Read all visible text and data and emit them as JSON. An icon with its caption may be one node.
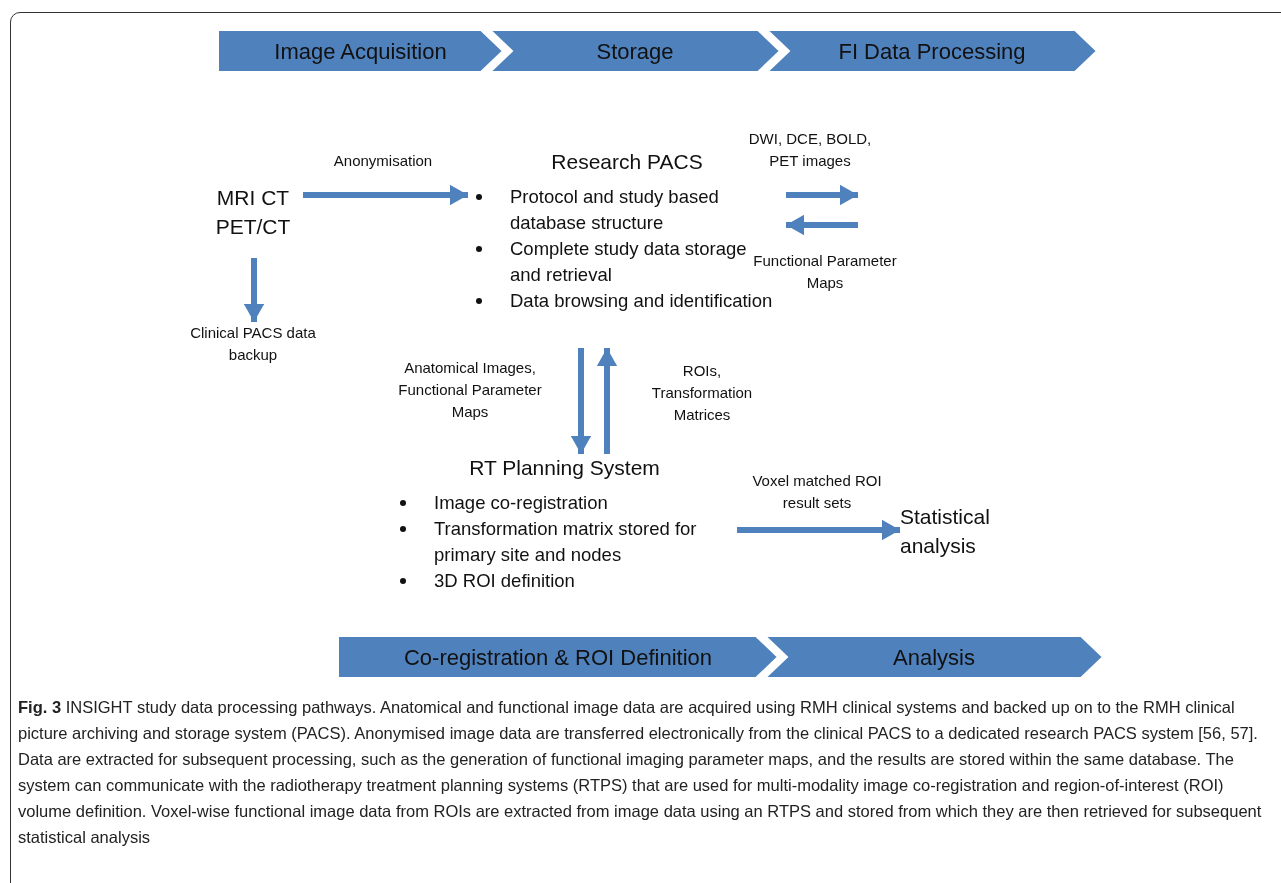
{
  "diagram": {
    "nodes": [
      {
        "text": [
          "Image Acquisition"
        ]
      },
      {
        "text": [
          "Storage"
        ]
      },
      {
        "text": [
          "FI Data Processing"
        ]
      },
      {
        "text": [
          "MRI CT PET/CT"
        ]
      },
      {
        "text": [
          "Clinical PACS data backup"
        ]
      },
      {
        "text": [
          "Research PACS",
          "Protocol and study based database structure",
          "Complete study data storage and retrieval",
          "Data browsing and identification"
        ]
      },
      {
        "text": [
          "RT Planning System",
          "Image co-registration",
          "Transformation matrix stored for primary site and nodes",
          "3D ROI definition"
        ]
      },
      {
        "text": [
          "Statistical analysis"
        ]
      },
      {
        "text": [
          "Co-registration & ROI Definition"
        ]
      },
      {
        "text": [
          "Analysis"
        ]
      }
    ],
    "edges": [
      {
        "from": 3,
        "to": 5,
        "arrow": "to",
        "label": "Anonymisation"
      },
      {
        "from": 3,
        "to": 4,
        "arrow": "to"
      },
      {
        "from": 5,
        "to": null,
        "arrow": "to",
        "label": "DWI, DCE, BOLD, PET images"
      },
      {
        "from": null,
        "to": 5,
        "arrow": "to",
        "label": "Functional Parameter Maps"
      },
      {
        "from": 5,
        "to": 6,
        "arrow": "to",
        "label": "Anatomical Images, Functional Parameter Maps"
      },
      {
        "from": 6,
        "to": 5,
        "arrow": "to",
        "label": "ROIs, Transformation Matrices"
      },
      {
        "from": 6,
        "to": 7,
        "arrow": "to",
        "label": "Voxel matched ROI result sets"
      }
    ],
    "caption": "**Fig. 3** INSIGHT study data processing pathways. Anatomical and functional image data are acquired using RMH clinical systems and backed up on to the RMH clinical picture archiving and storage system (PACS). Anonymised image data are transferred electronically from the clinical PACS to a dedicated research PACS system [56, 57]. Data are extracted for subsequent processing, such as the generation of functional imaging parameter maps, and the results are stored within the same database. The system can communicate with the radiotherapy treatment planning systems (RTPS) that are used for multi-modality image co-registration and region-of-interest (ROI) volume definition. Voxel-wise functional image data from ROIs are extracted from image data using an RTPS and stored from which they are then retrieved for subsequent statistical analysis"
  }
}
